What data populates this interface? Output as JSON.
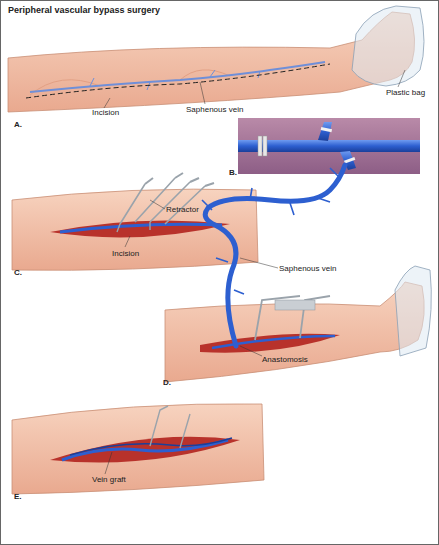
{
  "diagram": {
    "title": "Peripheral vascular bypass surgery",
    "labels": [
      "Incision",
      "Saphenous vein",
      "Plastic bag",
      "A.",
      "B.",
      "Retractor",
      "Incision",
      "C.",
      "Saphenous vein",
      "Anastomosis",
      "D.",
      "Vein graft",
      "E."
    ]
  }
}
